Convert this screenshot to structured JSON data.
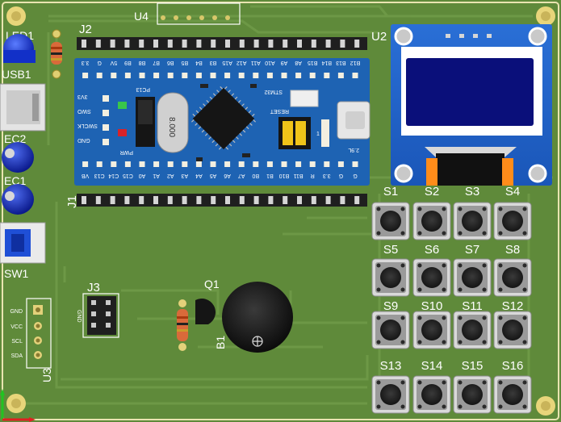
{
  "board": {
    "j2_label": "J2",
    "j1_label": "J1",
    "j3_label": "J3",
    "u2_label": "U2",
    "u3_label": "U3",
    "u4_label": "U4",
    "q1_label": "Q1",
    "b1_label": "B1",
    "led1_label": "LED1",
    "usb1_label": "USB1",
    "ec2_label": "EC2",
    "ec1_label": "EC1",
    "sw1_label": "SW1"
  },
  "stm32": {
    "top_pins": [
      "B12",
      "B13",
      "B14",
      "B15",
      "A8",
      "A9",
      "A10",
      "A11",
      "A12",
      "A15",
      "B3",
      "B4",
      "B5",
      "B6",
      "B7",
      "B8",
      "B9",
      "5V",
      "G",
      "3.3"
    ],
    "bottom_pins": [
      "G",
      "G",
      "3.3",
      "R",
      "B11",
      "B10",
      "B1",
      "B0",
      "A7",
      "A6",
      "A5",
      "A4",
      "A3",
      "A2",
      "A1",
      "A0",
      "C15",
      "C14",
      "C13",
      "VB"
    ],
    "swd_pins": [
      "3V3",
      "SWO",
      "SWCLK",
      "GND"
    ],
    "pwr_label": "PWR",
    "pc13_label": "PC13",
    "crystal_label": "8.000",
    "chip_label": "STM32",
    "reset_label": "RESET",
    "boot_label": "1 0"
  },
  "u3_pins": [
    "GND",
    "VCC",
    "SCL",
    "SDA"
  ],
  "j3_tiny": "GND",
  "buttons": [
    "S1",
    "S2",
    "S3",
    "S4",
    "S5",
    "S6",
    "S7",
    "S8",
    "S9",
    "S10",
    "S11",
    "S12",
    "S13",
    "S14",
    "S15",
    "S16"
  ],
  "colors": {
    "pcb": "#5f8a3a",
    "bluepill": "#1e63b3",
    "oled_glass": "#0a0f7a",
    "header": "#1f1f1f",
    "button": "#4a4a4a"
  }
}
